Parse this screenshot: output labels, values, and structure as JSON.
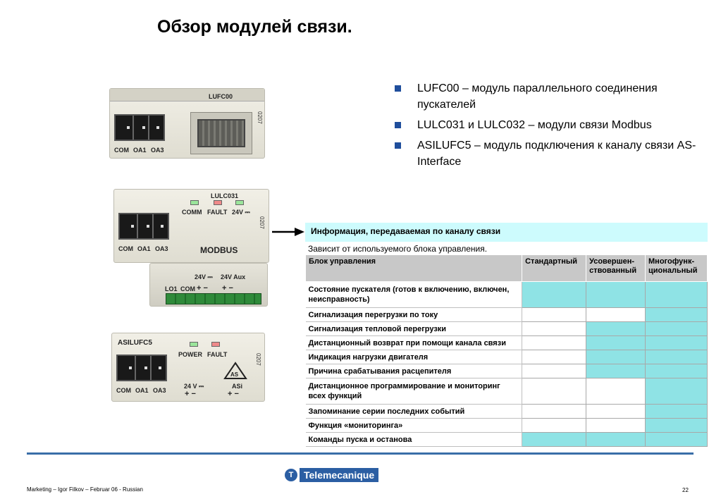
{
  "title": "Обзор модулей связи.",
  "bullets": [
    "LUFC00 – модуль параллельного соединения пускателей",
    "LULC031 и LULC032 – модули связи Modbus",
    "ASILUFC5 – модуль подключения к каналу связи AS-Interface"
  ],
  "modules": {
    "lufc00": {
      "name": "LUFC00",
      "side": "0207",
      "t1": "COM",
      "t2": "OA1",
      "t3": "OA3"
    },
    "lulc031": {
      "name": "LULC031",
      "side": "0207",
      "comm": "COMM",
      "fault": "FAULT",
      "v24": "24V ⎓",
      "t1": "COM",
      "t2": "OA1",
      "t3": "OA3",
      "bus": "MODBUS",
      "aux1": "24V ⎓",
      "aux2": "24V Aux",
      "lo": "LO1",
      "com2": "COM",
      "pm1": "+   −",
      "pm2": "+   −"
    },
    "asilufc5": {
      "name": "ASILUFC5",
      "side": "0207",
      "power": "POWER",
      "fault": "FAULT",
      "t1": "COM",
      "t2": "OA1",
      "t3": "OA3",
      "v24": "24 V ⎓",
      "asi": "ASi",
      "pm1": "+   −",
      "pm2": "+   −"
    }
  },
  "table": {
    "title": "Информация, передаваемая по каналу связи",
    "subtitle": "Зависит от используемого блока управления.",
    "headers": [
      "Блок управления",
      "Стандартный",
      "Усовершен-ствованный",
      "Многофунк-циональный"
    ],
    "rows": [
      {
        "name": "Состояние пускателя (готов к включению, включен, неисправность)",
        "std": true,
        "adv": true,
        "multi": true
      },
      {
        "name": "Сигнализация перегрузки по току",
        "std": false,
        "adv": false,
        "multi": true
      },
      {
        "name": "Сигнализация тепловой перегрузки",
        "std": false,
        "adv": true,
        "multi": true
      },
      {
        "name": "Дистанционный возврат при помощи канала связи",
        "std": false,
        "adv": true,
        "multi": true
      },
      {
        "name": "Индикация нагрузки двигателя",
        "std": false,
        "adv": true,
        "multi": true
      },
      {
        "name": "Причина срабатывания расцепителя",
        "std": false,
        "adv": true,
        "multi": true
      },
      {
        "name": "Дистанционное программирование и мониторинг всех функций",
        "std": false,
        "adv": false,
        "multi": true
      },
      {
        "name": "Запоминание серии последних событий",
        "std": false,
        "adv": false,
        "multi": true
      },
      {
        "name": "Функция «мониторинга»",
        "std": false,
        "adv": false,
        "multi": true
      },
      {
        "name": "Команды пуска и останова",
        "std": true,
        "adv": true,
        "multi": true
      }
    ]
  },
  "colors": {
    "accent": "#3a6ea8",
    "cell_on": "#8fe3e5",
    "header_bg": "#cdfbfd"
  },
  "footer": "Marketing – Igor Filkov – Februar 06 - Russian",
  "page_number": "22",
  "logo": "Telemecanique"
}
